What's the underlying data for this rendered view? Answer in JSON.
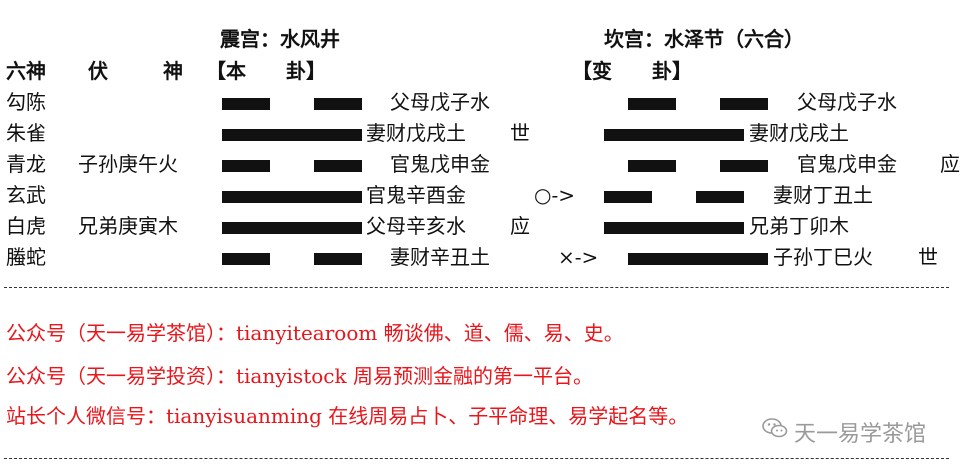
{
  "header": {
    "main_palace_title": "震宫：水风井",
    "changed_palace_title": "坎宫：水泽节（六合）"
  },
  "columns": {
    "liushen": "六神",
    "fu": "伏",
    "shen": "神",
    "main_gua": "【本　　卦】",
    "changed_gua": "【变　　卦】"
  },
  "rows": [
    {
      "liushen": "勾陈",
      "fushen": "",
      "main_yao": "yin",
      "main_text": "父母戊子水",
      "shi_ying": "",
      "change_mark": "",
      "changed_yao": "yin",
      "changed_text": "父母戊子水",
      "changed_shi_ying": ""
    },
    {
      "liushen": "朱雀",
      "fushen": "",
      "main_yao": "yang",
      "main_text": "妻财戊戌土",
      "shi_ying": "世",
      "change_mark": "",
      "changed_yao": "yang",
      "changed_text": "妻财戊戌土",
      "changed_shi_ying": ""
    },
    {
      "liushen": "青龙",
      "fushen": "子孙庚午火",
      "main_yao": "yin",
      "main_text": "官鬼戊申金",
      "shi_ying": "",
      "change_mark": "",
      "changed_yao": "yin",
      "changed_text": "官鬼戊申金",
      "changed_shi_ying": "应"
    },
    {
      "liushen": "玄武",
      "fushen": "",
      "main_yao": "yang",
      "main_text": "官鬼辛酉金",
      "shi_ying": "",
      "change_mark": "○->",
      "changed_yao": "yin",
      "changed_text": "妻财丁丑土",
      "changed_shi_ying": ""
    },
    {
      "liushen": "白虎",
      "fushen": "兄弟庚寅木",
      "main_yao": "yang",
      "main_text": "父母辛亥水",
      "shi_ying": "应",
      "change_mark": "",
      "changed_yao": "yang",
      "changed_text": "兄弟丁卯木",
      "changed_shi_ying": ""
    },
    {
      "liushen": "螣蛇",
      "fushen": "",
      "main_yao": "yin",
      "main_text": "妻财辛丑土",
      "shi_ying": "",
      "change_mark": "×->",
      "changed_yao": "yang",
      "changed_text": "子孙丁巳火",
      "changed_shi_ying": "世"
    }
  ],
  "promo": [
    "公众号（天一易学茶馆）：tianyitearoom 畅谈佛、道、儒、易、史。",
    "公众号（天一易学投资）：tianyistock 周易预测金融的第一平台。",
    "站长个人微信号：tianyisuanming 在线周易占卜、子平命理、易学起名等。"
  ],
  "watermark": {
    "icon": "wechat-icon",
    "text": "天一易学茶馆"
  },
  "colors": {
    "text": "#111111",
    "promo_red": "#e8161b",
    "watermark_gray": "#9a9a9a"
  }
}
